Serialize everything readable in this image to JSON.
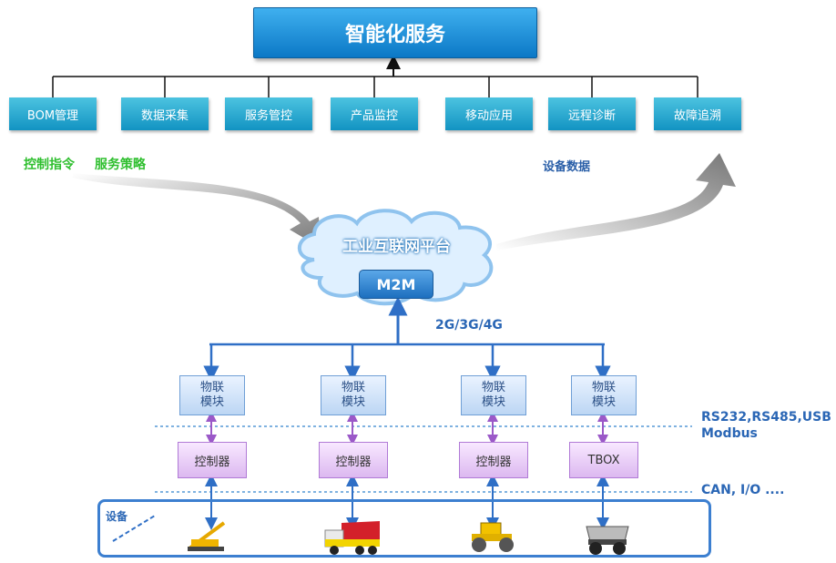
{
  "title": "智能化服务",
  "services": [
    "BOM管理",
    "数据采集",
    "服务管控",
    "产品监控",
    "移动应用",
    "远程诊断",
    "故障追溯"
  ],
  "labels": {
    "control_cmd": "控制指令",
    "service_policy": "服务策略",
    "device_data": "设备数据"
  },
  "platform": {
    "title": "工业互联网平台",
    "core": "M2M"
  },
  "network": "2G/3G/4G",
  "iot_modules": [
    {
      "line1": "物联",
      "line2": "模块"
    },
    {
      "line1": "物联",
      "line2": "模块"
    },
    {
      "line1": "物联",
      "line2": "模块"
    },
    {
      "line1": "物联",
      "line2": "模块"
    }
  ],
  "controllers": [
    "控制器",
    "控制器",
    "控制器",
    "TBOX"
  ],
  "protocols": {
    "upper_line1": "RS232,RS485,USB",
    "upper_line2": "Modbus",
    "lower": "CAN, I/O ...."
  },
  "devices_label": "设备",
  "colors": {
    "primary": "#0b78c6",
    "service": "#1293c2",
    "green": "#2fbf2f",
    "line": "#3c7fd0",
    "purple": "#b07ad6"
  },
  "icons": [
    "drill-rig-icon",
    "dump-truck-icon",
    "road-roller-icon",
    "mining-truck-icon"
  ]
}
